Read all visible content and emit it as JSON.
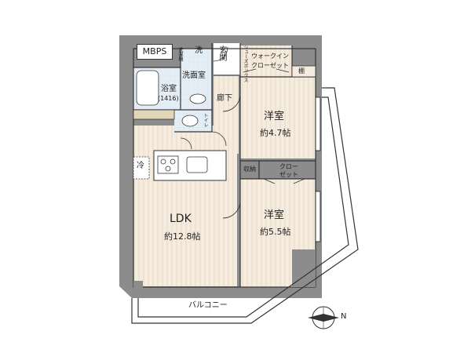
{
  "floorplan": {
    "mbps": "MBPS",
    "entrance": "玄関",
    "washer": "洗",
    "washer_space": "洗濯機",
    "washroom": "洗面室",
    "bath_label": "浴室",
    "bath_size": "(1416)",
    "hallway": "廊下",
    "toilet": "トイレ",
    "shoe_box": "シューズボックス",
    "walkin_closet_line1": "ウォークイン",
    "walkin_closet_line2": "クローゼット",
    "shelf": "棚",
    "bedroom1_name": "洋室",
    "bedroom1_size": "約4.7帖",
    "storage": "収納",
    "closet_line1": "クロー",
    "closet_line2": "ゼット",
    "bedroom2_name": "洋室",
    "bedroom2_size": "約5.5帖",
    "ldk_name": "LDK",
    "ldk_size": "約12.8帖",
    "fridge": "冷",
    "balcony": "バルコニー",
    "compass": "N"
  },
  "colors": {
    "wall": "#8c8c8c",
    "floor_wood": "#f4ebdd",
    "floor_wet": "#e3eef7",
    "counter": "#e2d6b8",
    "line": "#333333"
  }
}
